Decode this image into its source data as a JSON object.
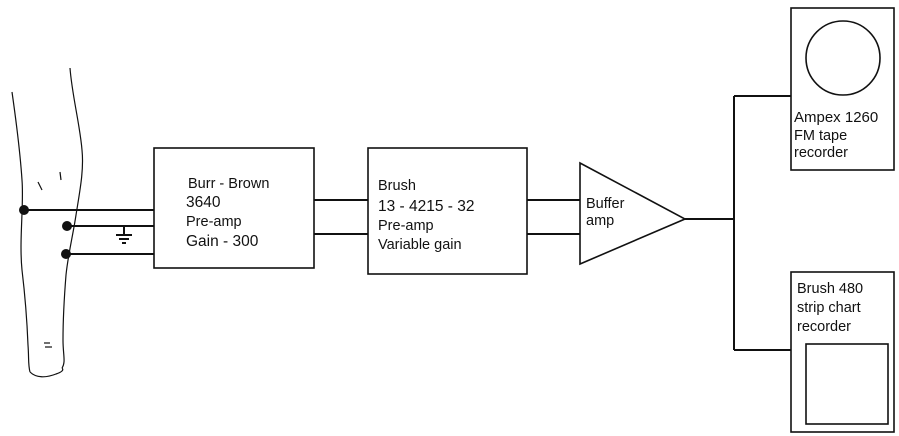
{
  "blocks": {
    "preamp1": {
      "lines": [
        "Burr - Brown",
        "3640",
        "Pre-amp",
        "Gain - 300"
      ]
    },
    "preamp2": {
      "lines": [
        "Brush",
        "13 - 4215 - 32",
        "Pre-amp",
        "Variable gain"
      ]
    },
    "buffer": {
      "lines": [
        "Buffer",
        "amp"
      ]
    },
    "tape_recorder": {
      "lines": [
        "Ampex 1260",
        "FM tape",
        "recorder"
      ]
    },
    "chart_recorder": {
      "lines": [
        "Brush 480",
        "strip chart",
        "recorder"
      ]
    }
  }
}
